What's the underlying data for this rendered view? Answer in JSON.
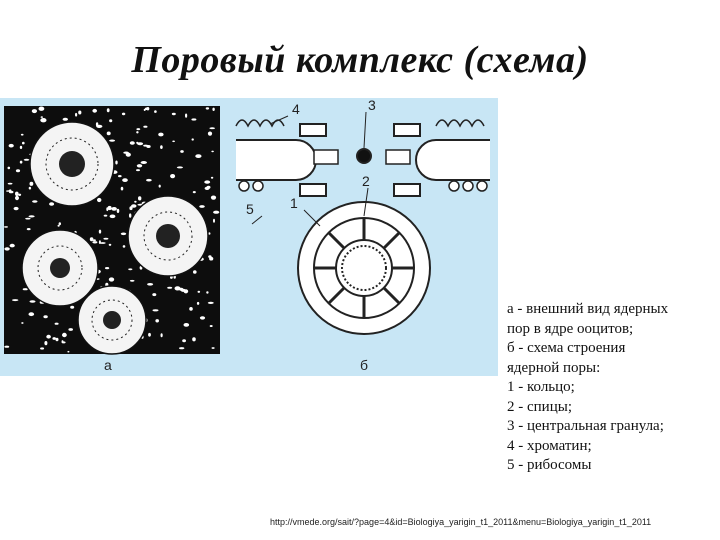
{
  "slide": {
    "title": "Поровый комплекс (схема)"
  },
  "figure": {
    "panel_a_label": "а",
    "panel_b_label": "б",
    "callouts": [
      "1",
      "2",
      "3",
      "4",
      "5"
    ]
  },
  "caption": {
    "lines": [
      "а - внешний вид ядерных",
      "пор в ядре ооцитов;",
      "б - схема строения",
      "ядерной поры:",
      " 1 - кольцо;",
      " 2 - спицы;",
      "3 - центральная гранула;",
      " 4 - хроматин;",
      "5 - рибосомы"
    ]
  },
  "source": {
    "url": "http://vmede.org/sait/?page=4&id=Biologiya_yarigin_t1_2011&menu=Biologiya_yarigin_t1_2011"
  },
  "colors": {
    "figure_background": "#c8e6f5",
    "ink": "#111111"
  }
}
